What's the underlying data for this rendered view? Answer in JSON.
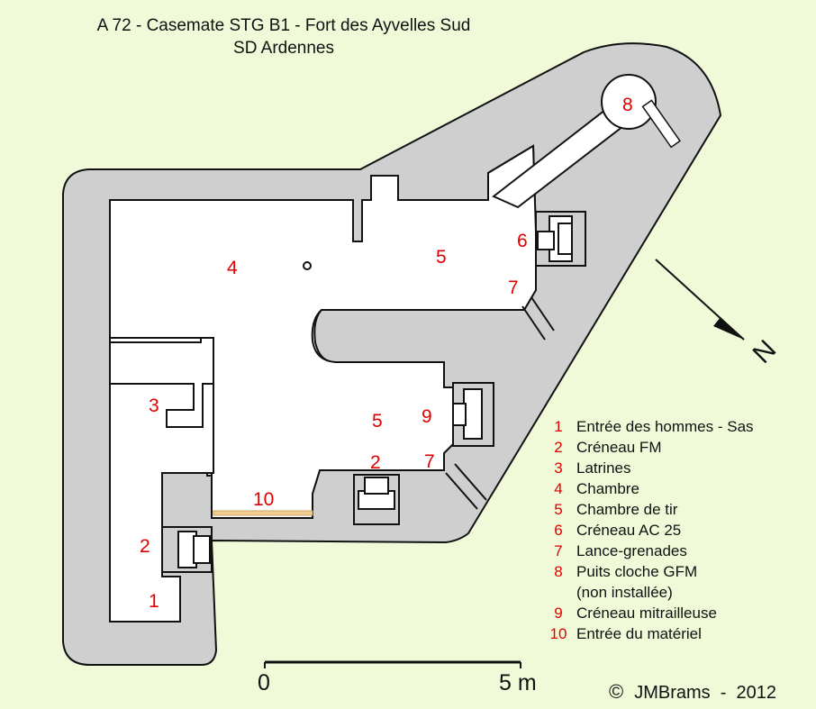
{
  "title": {
    "line1": "A 72 - Casemate STG B1 - Fort des Ayvelles Sud",
    "line2": "SD Ardennes"
  },
  "plan_labels": [
    {
      "id": "label-4",
      "text": "4"
    },
    {
      "id": "label-5-top",
      "text": "5"
    },
    {
      "id": "label-6",
      "text": "6"
    },
    {
      "id": "label-7-top",
      "text": "7"
    },
    {
      "id": "label-8",
      "text": "8"
    },
    {
      "id": "label-3",
      "text": "3"
    },
    {
      "id": "label-5-bottom",
      "text": "5"
    },
    {
      "id": "label-9",
      "text": "9"
    },
    {
      "id": "label-2-right",
      "text": "2"
    },
    {
      "id": "label-7-bottom",
      "text": "7"
    },
    {
      "id": "label-10",
      "text": "10"
    },
    {
      "id": "label-2-left",
      "text": "2"
    },
    {
      "id": "label-1",
      "text": "1"
    }
  ],
  "legend": [
    {
      "num": "1",
      "label": "Entrée des hommes - Sas"
    },
    {
      "num": "2",
      "label": "Créneau FM"
    },
    {
      "num": "3",
      "label": "Latrines"
    },
    {
      "num": "4",
      "label": "Chambre"
    },
    {
      "num": "5",
      "label": "Chambre de tir"
    },
    {
      "num": "6",
      "label": "Créneau AC 25"
    },
    {
      "num": "7",
      "label": "Lance-grenades"
    },
    {
      "num": "8",
      "label": "Puits cloche GFM"
    },
    {
      "num": "",
      "label": "(non installée)"
    },
    {
      "num": "9",
      "label": "Créneau mitrailleuse"
    },
    {
      "num": "10",
      "label": "Entrée du matériel"
    }
  ],
  "scale": {
    "start": "0",
    "end": "5 m"
  },
  "north_label": "N",
  "copyright": {
    "symbol": "©",
    "text": "JMBrams  -  2012"
  },
  "colors": {
    "background": "#f0fad8",
    "earth_cover": "#cfcfcf",
    "rooms": "#ffffff",
    "walls": "#111111",
    "labels": "#e00000",
    "material_entrance": "#f2cf8e"
  }
}
